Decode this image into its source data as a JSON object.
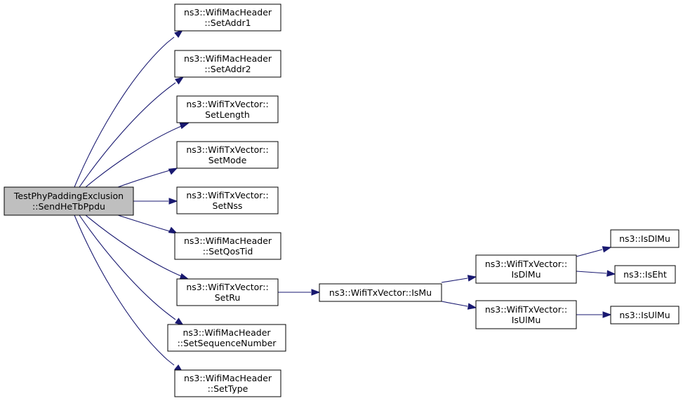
{
  "graph": {
    "root": {
      "lines": [
        "TestPhyPaddingExclusion",
        "::SendHeTbPpdu"
      ],
      "fill": "#bfbfbf"
    },
    "nodes": [
      {
        "id": "setaddr1",
        "lines": [
          "ns3::WifiMacHeader",
          "::SetAddr1"
        ]
      },
      {
        "id": "setaddr2",
        "lines": [
          "ns3::WifiMacHeader",
          "::SetAddr2"
        ]
      },
      {
        "id": "setlength",
        "lines": [
          "ns3::WifiTxVector::",
          "SetLength"
        ]
      },
      {
        "id": "setmode",
        "lines": [
          "ns3::WifiTxVector::",
          "SetMode"
        ]
      },
      {
        "id": "setnss",
        "lines": [
          "ns3::WifiTxVector::",
          "SetNss"
        ]
      },
      {
        "id": "setqostid",
        "lines": [
          "ns3::WifiMacHeader",
          "::SetQosTid"
        ]
      },
      {
        "id": "setru",
        "lines": [
          "ns3::WifiTxVector::",
          "SetRu"
        ]
      },
      {
        "id": "setseq",
        "lines": [
          "ns3::WifiMacHeader",
          "::SetSequenceNumber"
        ]
      },
      {
        "id": "settype",
        "lines": [
          "ns3::WifiMacHeader",
          "::SetType"
        ]
      },
      {
        "id": "ismu",
        "lines": [
          "ns3::WifiTxVector::IsMu"
        ]
      },
      {
        "id": "txisdlmu",
        "lines": [
          "ns3::WifiTxVector::",
          "IsDlMu"
        ]
      },
      {
        "id": "txisulmu",
        "lines": [
          "ns3::WifiTxVector::",
          "IsUlMu"
        ]
      },
      {
        "id": "isdlmu",
        "lines": [
          "ns3::IsDlMu"
        ]
      },
      {
        "id": "iseht",
        "lines": [
          "ns3::IsEht"
        ]
      },
      {
        "id": "isulmu",
        "lines": [
          "ns3::IsUlMu"
        ]
      }
    ],
    "edges": [
      {
        "from": "root",
        "to": "setaddr1"
      },
      {
        "from": "root",
        "to": "setaddr2"
      },
      {
        "from": "root",
        "to": "setlength"
      },
      {
        "from": "root",
        "to": "setmode"
      },
      {
        "from": "root",
        "to": "setnss"
      },
      {
        "from": "root",
        "to": "setqostid"
      },
      {
        "from": "root",
        "to": "setru"
      },
      {
        "from": "root",
        "to": "setseq"
      },
      {
        "from": "root",
        "to": "settype"
      },
      {
        "from": "setru",
        "to": "ismu"
      },
      {
        "from": "ismu",
        "to": "txisdlmu"
      },
      {
        "from": "ismu",
        "to": "txisulmu"
      },
      {
        "from": "txisdlmu",
        "to": "isdlmu"
      },
      {
        "from": "txisdlmu",
        "to": "iseht"
      },
      {
        "from": "txisulmu",
        "to": "isulmu"
      }
    ],
    "edge_color": "#191970",
    "node_fill": "#ffffff"
  }
}
